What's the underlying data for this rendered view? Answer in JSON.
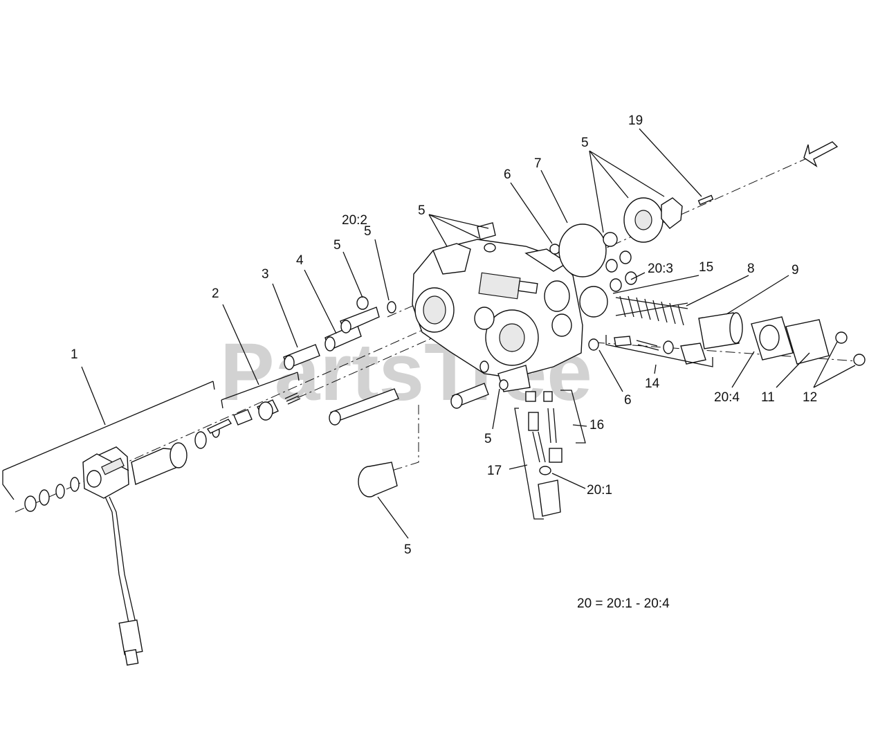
{
  "watermark": "PartsTree",
  "formula": "20 = 20:1 - 20:4",
  "callouts": [
    {
      "id": "c1",
      "text": "1"
    },
    {
      "id": "c2",
      "text": "2"
    },
    {
      "id": "c3",
      "text": "3"
    },
    {
      "id": "c4",
      "text": "4"
    },
    {
      "id": "c5a",
      "text": "5"
    },
    {
      "id": "c5b",
      "text": "5"
    },
    {
      "id": "c5c",
      "text": "5"
    },
    {
      "id": "c5d",
      "text": "5"
    },
    {
      "id": "c5e",
      "text": "5"
    },
    {
      "id": "c5f",
      "text": "5"
    },
    {
      "id": "c6a",
      "text": "6"
    },
    {
      "id": "c6b",
      "text": "6"
    },
    {
      "id": "c7",
      "text": "7"
    },
    {
      "id": "c8",
      "text": "8"
    },
    {
      "id": "c9",
      "text": "9"
    },
    {
      "id": "c11",
      "text": "11"
    },
    {
      "id": "c12",
      "text": "12"
    },
    {
      "id": "c14",
      "text": "14"
    },
    {
      "id": "c15",
      "text": "15"
    },
    {
      "id": "c16",
      "text": "16"
    },
    {
      "id": "c17",
      "text": "17"
    },
    {
      "id": "c19",
      "text": "19"
    },
    {
      "id": "c202",
      "text": "20:2"
    },
    {
      "id": "c203",
      "text": "20:3"
    },
    {
      "id": "c204",
      "text": "20:4"
    },
    {
      "id": "c201",
      "text": "20:1"
    }
  ]
}
